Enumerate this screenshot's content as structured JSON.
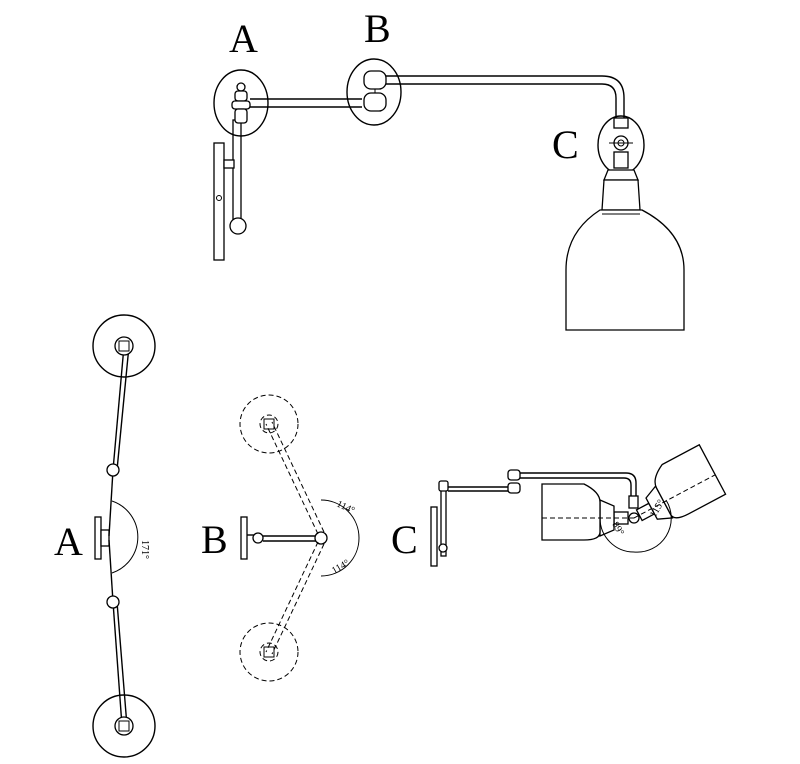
{
  "labels": {
    "top_a": "A",
    "top_b": "B",
    "top_c": "C",
    "bottom_a": "A",
    "bottom_b": "B",
    "bottom_c": "C"
  },
  "angles": {
    "a": "171°",
    "b_upper": "114°",
    "b_lower": "114°",
    "c_left": "89°",
    "c_right": "115°"
  }
}
